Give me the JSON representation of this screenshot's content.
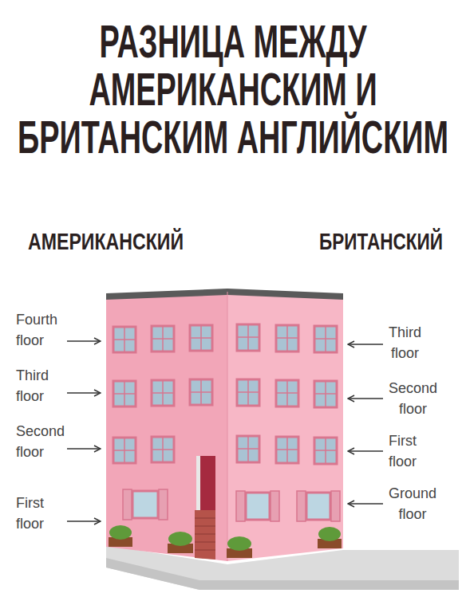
{
  "diagram": {
    "title": "РАЗНИЦА МЕЖДУ АМЕРИКАНСКИМ И БРИТАНСКИМ АНГЛИЙСКИМ",
    "labels": [
      "АМЕРИКАНСКИЙ",
      "БРИТАНСКИЙ",
      "Fourth floor",
      "Third floor",
      "Second floor",
      "First floor",
      "Third floor",
      "Second floor",
      "First floor",
      "Ground floor"
    ]
  }
}
